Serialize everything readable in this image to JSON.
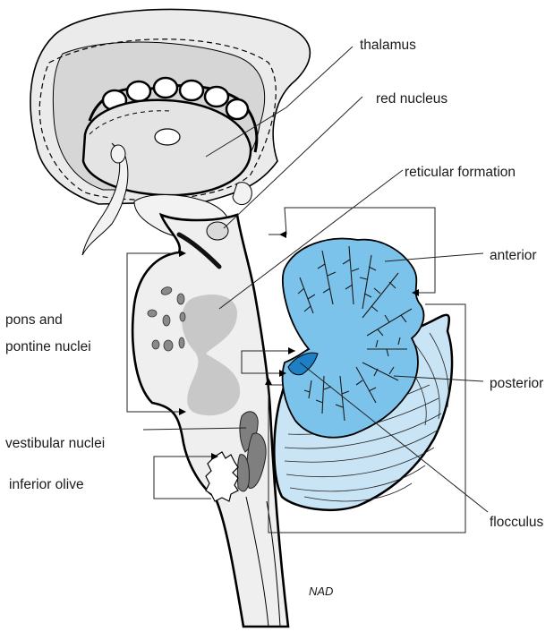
{
  "labels": {
    "thalamus": "thalamus",
    "red_nucleus": "red nucleus",
    "reticular_formation": "reticular formation",
    "anterior": "anterior",
    "pons_line1": "pons and",
    "pons_line2": "pontine nuclei",
    "posterior": "posterior",
    "vestibular_nuclei": "vestibular nuclei",
    "inferior_olive": "inferior olive",
    "flocculus": "flocculus"
  },
  "signature": "NAD",
  "colors": {
    "cerebellum_anterior": "#7cc3eb",
    "cerebellum_posterior": "#c9e4f4",
    "flocculus": "#1d7fc4",
    "brainstem": "#efefef",
    "cortex_gray": "#d9d9d9",
    "reticular_gray": "#c8c8c8",
    "nuclei_dark": "#7f7f7f"
  }
}
